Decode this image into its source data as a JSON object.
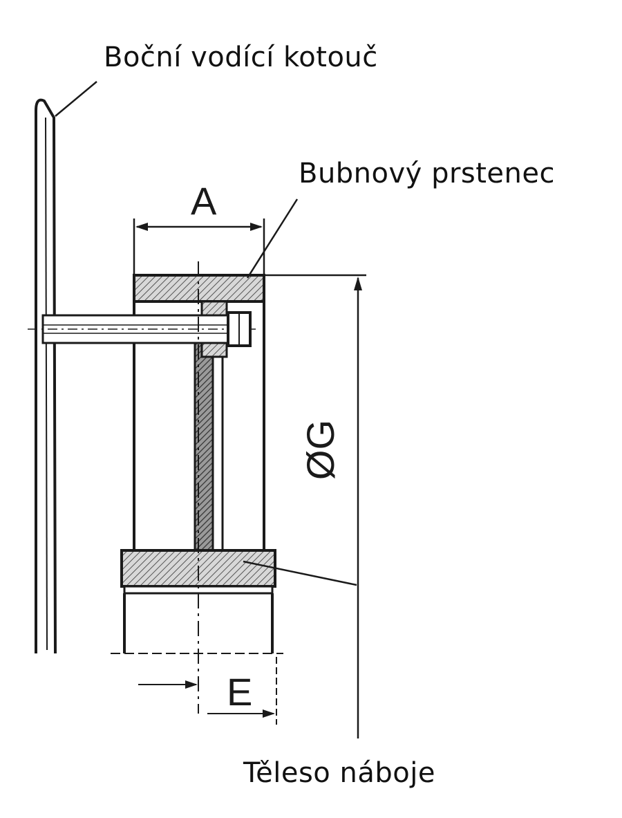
{
  "labels": {
    "side_guide_disc": "Boční vodící kotouč",
    "drum_ring": "Bubnový prstenec",
    "hub_body": "Těleso náboje"
  },
  "dimensions": {
    "a": "A",
    "diameter_g": "ØG",
    "e": "E"
  },
  "colors": {
    "line": "#1a1a1a",
    "hatch": "#555555",
    "background": "#ffffff"
  }
}
